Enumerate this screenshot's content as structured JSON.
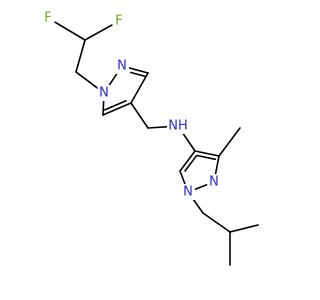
{
  "molecule": {
    "colors": {
      "bond": "#000000",
      "nitrogen": "#2a2ad0",
      "fluorine": "#72a81f"
    },
    "atom_labels": [
      {
        "id": "F1",
        "text": "F",
        "element": "F"
      },
      {
        "id": "F2",
        "text": "F",
        "element": "F"
      },
      {
        "id": "Na1",
        "text": "N",
        "element": "N"
      },
      {
        "id": "Na2",
        "text": "N",
        "element": "N"
      },
      {
        "id": "NH",
        "text": "NH",
        "element": "N"
      },
      {
        "id": "Nb2",
        "text": "N",
        "element": "N"
      },
      {
        "id": "Nb1",
        "text": "N",
        "element": "N"
      }
    ]
  }
}
